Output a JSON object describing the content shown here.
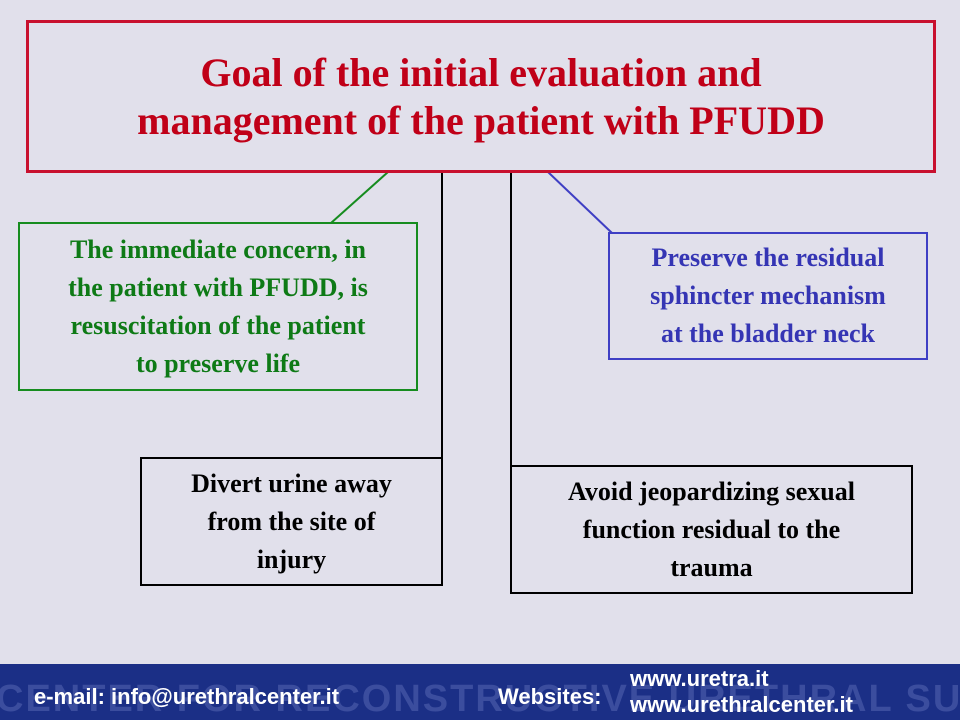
{
  "title": {
    "line1": "Goal of the initial evaluation and",
    "line2": "management of the patient with PFUDD"
  },
  "boxes": {
    "immediate_concern": {
      "lines": [
        "The immediate concern, in",
        "the patient with PFUDD, is",
        "resuscitation of the patient",
        "to preserve life"
      ]
    },
    "sphincter": {
      "lines": [
        "Preserve the residual",
        "sphincter mechanism",
        "at the bladder neck"
      ]
    },
    "divert_urine": {
      "lines": [
        "Divert urine away",
        "from the site of",
        "injury"
      ]
    },
    "sexual_function": {
      "lines": [
        "Avoid jeopardizing sexual",
        "function residual to the",
        "trauma"
      ]
    }
  },
  "footer": {
    "watermark": "CENTER FOR RECONSTRUCTIVE URETHRAL SURGERY",
    "email": "e-mail: info@urethralcenter.it",
    "websites_label": "Websites:",
    "sites": [
      "www.uretra.it",
      "www.urethralcenter.it"
    ]
  },
  "colors": {
    "background": "#e1e0eb",
    "title": "#c00018",
    "green": "#0e7a16",
    "blue": "#3535b4",
    "footer": "#1b2f86"
  }
}
